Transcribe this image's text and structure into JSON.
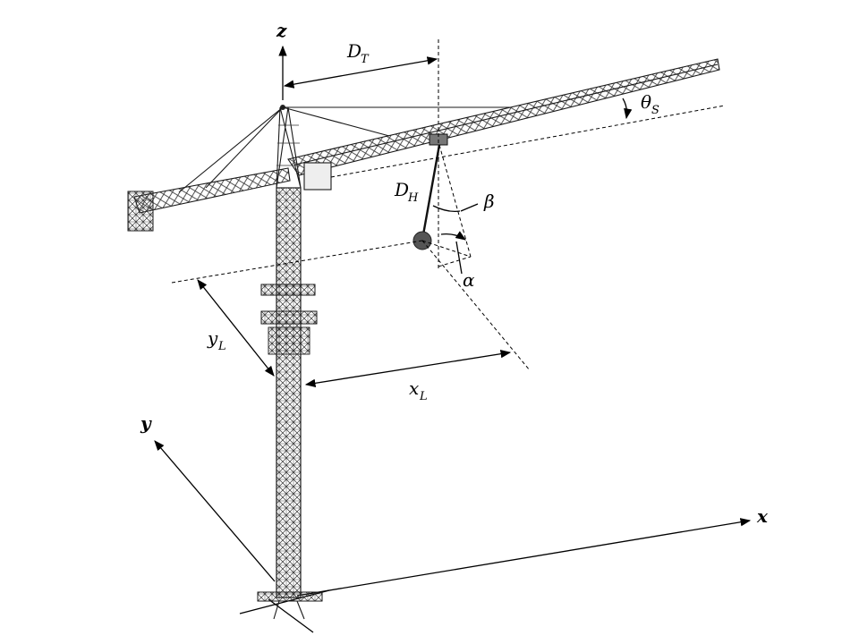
{
  "axes": {
    "x": "x",
    "y": "y",
    "z": "z"
  },
  "symbols": {
    "DT": {
      "main": "D",
      "sub": "T"
    },
    "DH": {
      "main": "D",
      "sub": "H"
    },
    "thetaS": {
      "main": "θ",
      "sub": "S"
    },
    "beta": {
      "main": "β"
    },
    "alpha": {
      "main": "α"
    },
    "xL": {
      "main": "x",
      "sub": "L"
    },
    "yL": {
      "main": "y",
      "sub": "L"
    }
  },
  "colors": {
    "payload": "#555555",
    "lines": "#000000"
  }
}
